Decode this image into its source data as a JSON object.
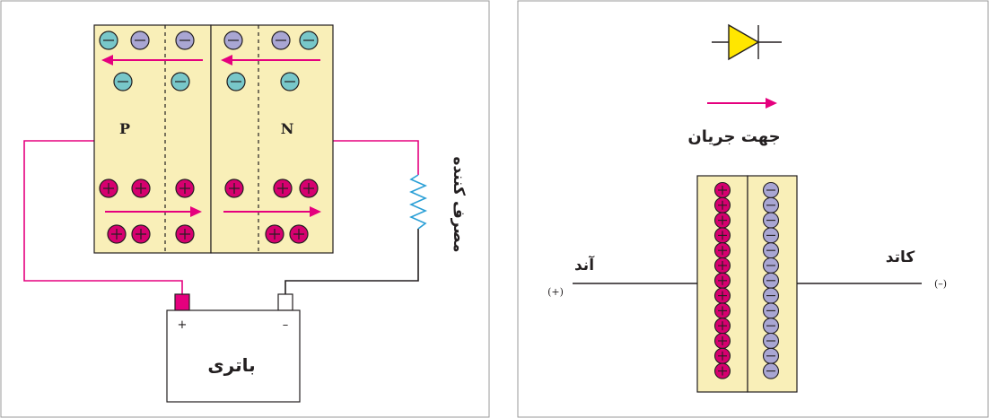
{
  "left_panel": {
    "p_label": "P",
    "n_label": "N",
    "battery_label": "باتری",
    "battery_plus": "+",
    "battery_minus": "–",
    "load_label": "مصرف کننده"
  },
  "right_panel": {
    "current_direction_label": "جهت جریان",
    "anode_label": "آند",
    "cathode_label": "کاتد",
    "anode_sign": "(+)",
    "cathode_sign": "(–)"
  },
  "charges": {
    "negative_sign": "−",
    "positive_sign": "+"
  },
  "colors": {
    "semiconductor_fill": "#f9efb8",
    "wire_pink": "#e5007e",
    "positive_charge": "#d6006f",
    "electron": "#78c7c9",
    "hole_ion": "#a9a6d3",
    "diode_triangle": "#ffe600",
    "frame": "#9a9a9a"
  }
}
